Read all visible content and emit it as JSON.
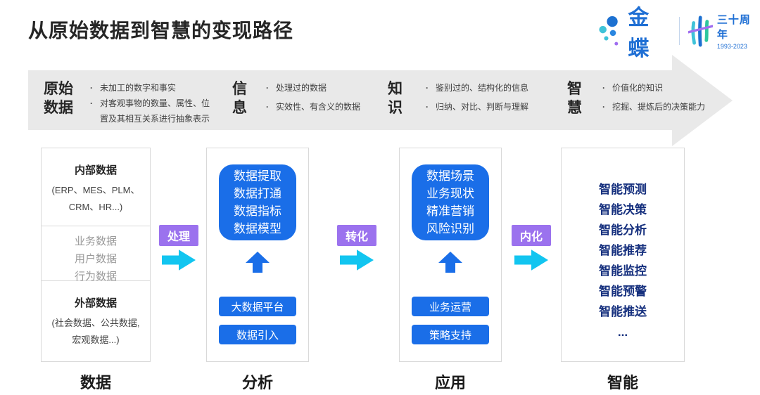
{
  "page": {
    "title": "从原始数据到智慧的变现路径"
  },
  "logo": {
    "brand": "金蝶",
    "anniversary_title": "三十周年",
    "anniversary_years": "1993-2023"
  },
  "banner": {
    "stages": [
      {
        "term": "原始数据",
        "bullets": [
          "未加工的数字和事实",
          "对客观事物的数量、属性、位置及其相互关系进行抽象表示"
        ]
      },
      {
        "term": "信息",
        "bullets": [
          "处理过的数据",
          "实效性、有含义的数据"
        ]
      },
      {
        "term": "知识",
        "bullets": [
          "鉴别过的、结构化的信息",
          "归纳、对比、判断与理解"
        ]
      },
      {
        "term": "智慧",
        "bullets": [
          "价值化的知识",
          "挖掘、提炼后的决策能力"
        ]
      }
    ]
  },
  "flow": {
    "connectors": [
      "处理",
      "转化",
      "内化"
    ],
    "data_column": {
      "internal": {
        "title": "内部数据",
        "sub": "(ERP、MES、PLM、CRM、HR...)"
      },
      "middle_items": [
        "业务数据",
        "用户数据",
        "行为数据"
      ],
      "external": {
        "title": "外部数据",
        "sub": "(社会数据、公共数据, 宏观数据...)"
      },
      "footer": "数据"
    },
    "analysis_column": {
      "capabilities": [
        "数据提取",
        "数据打通",
        "数据指标",
        "数据模型"
      ],
      "platforms": [
        "大数据平台",
        "数据引入"
      ],
      "footer": "分析"
    },
    "application_column": {
      "capabilities": [
        "数据场景",
        "业务现状",
        "精准营销",
        "风险识别"
      ],
      "platforms": [
        "业务运营",
        "策略支持"
      ],
      "footer": "应用"
    },
    "intelligence_column": {
      "items": [
        "智能预测",
        "智能决策",
        "智能分析",
        "智能推荐",
        "智能监控",
        "智能预警",
        "智能推送",
        "..."
      ],
      "footer": "智能"
    }
  },
  "colors": {
    "primary_blue": "#1a6ee8",
    "cyan": "#12c5f0",
    "purple": "#9b72ee",
    "navy": "#16307e",
    "band_gray": "#e9e9e9",
    "logo_blue": "#1f6fd4"
  }
}
